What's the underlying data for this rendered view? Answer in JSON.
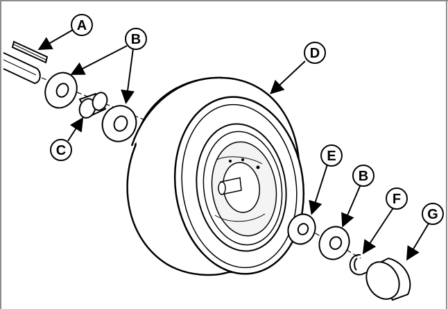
{
  "diagram": {
    "callouts": [
      {
        "id": "A",
        "label": "A"
      },
      {
        "id": "B1",
        "label": "B"
      },
      {
        "id": "C",
        "label": "C"
      },
      {
        "id": "D",
        "label": "D"
      },
      {
        "id": "E",
        "label": "E"
      },
      {
        "id": "B2",
        "label": "B"
      },
      {
        "id": "F",
        "label": "F"
      },
      {
        "id": "G",
        "label": "G"
      }
    ]
  },
  "colors": {
    "stroke": "#000000",
    "fill": "#ffffff",
    "shade": "#d9d9d9",
    "frame": "#8c8c8c"
  }
}
